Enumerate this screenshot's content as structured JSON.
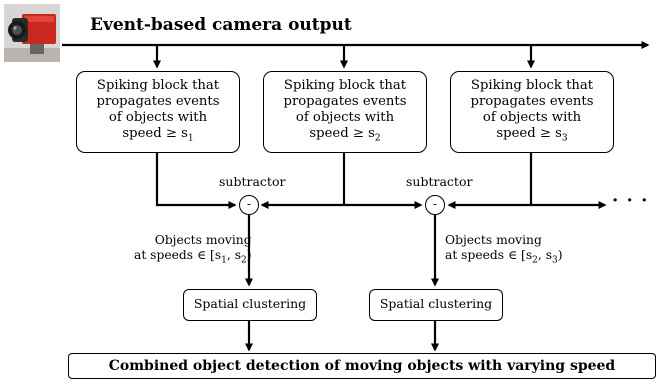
{
  "title": "Event-based camera output",
  "blocks": [
    {
      "lines": [
        "Spiking block that",
        "propagates events",
        "of objects with",
        "speed ≥ s",
        "1"
      ]
    },
    {
      "lines": [
        "Spiking block that",
        "propagates events",
        "of objects with",
        "speed ≥ s",
        "2"
      ]
    },
    {
      "lines": [
        "Spiking block that",
        "propagates events",
        "of objects with",
        "speed ≥ s",
        "3"
      ]
    }
  ],
  "subtractors": [
    {
      "label": "subtractor",
      "symbol": "-"
    },
    {
      "label": "subtractor",
      "symbol": "-"
    }
  ],
  "ranges": [
    {
      "line1": "Objects moving",
      "line2": "at speeds ∈ [s",
      "sub_a": "1",
      "mid": ", s",
      "sub_b": "2",
      "end": ")"
    },
    {
      "line1": "Objects moving",
      "line2": "at speeds ∈ [s",
      "sub_a": "2",
      "mid": ", s",
      "sub_b": "3",
      "end": ")"
    }
  ],
  "clustering": [
    "Spatial clustering",
    "Spatial clustering"
  ],
  "continuation": "· · · ·",
  "combined": "Combined object detection of moving objects with varying speed",
  "camera_icon": "event-camera-photo"
}
